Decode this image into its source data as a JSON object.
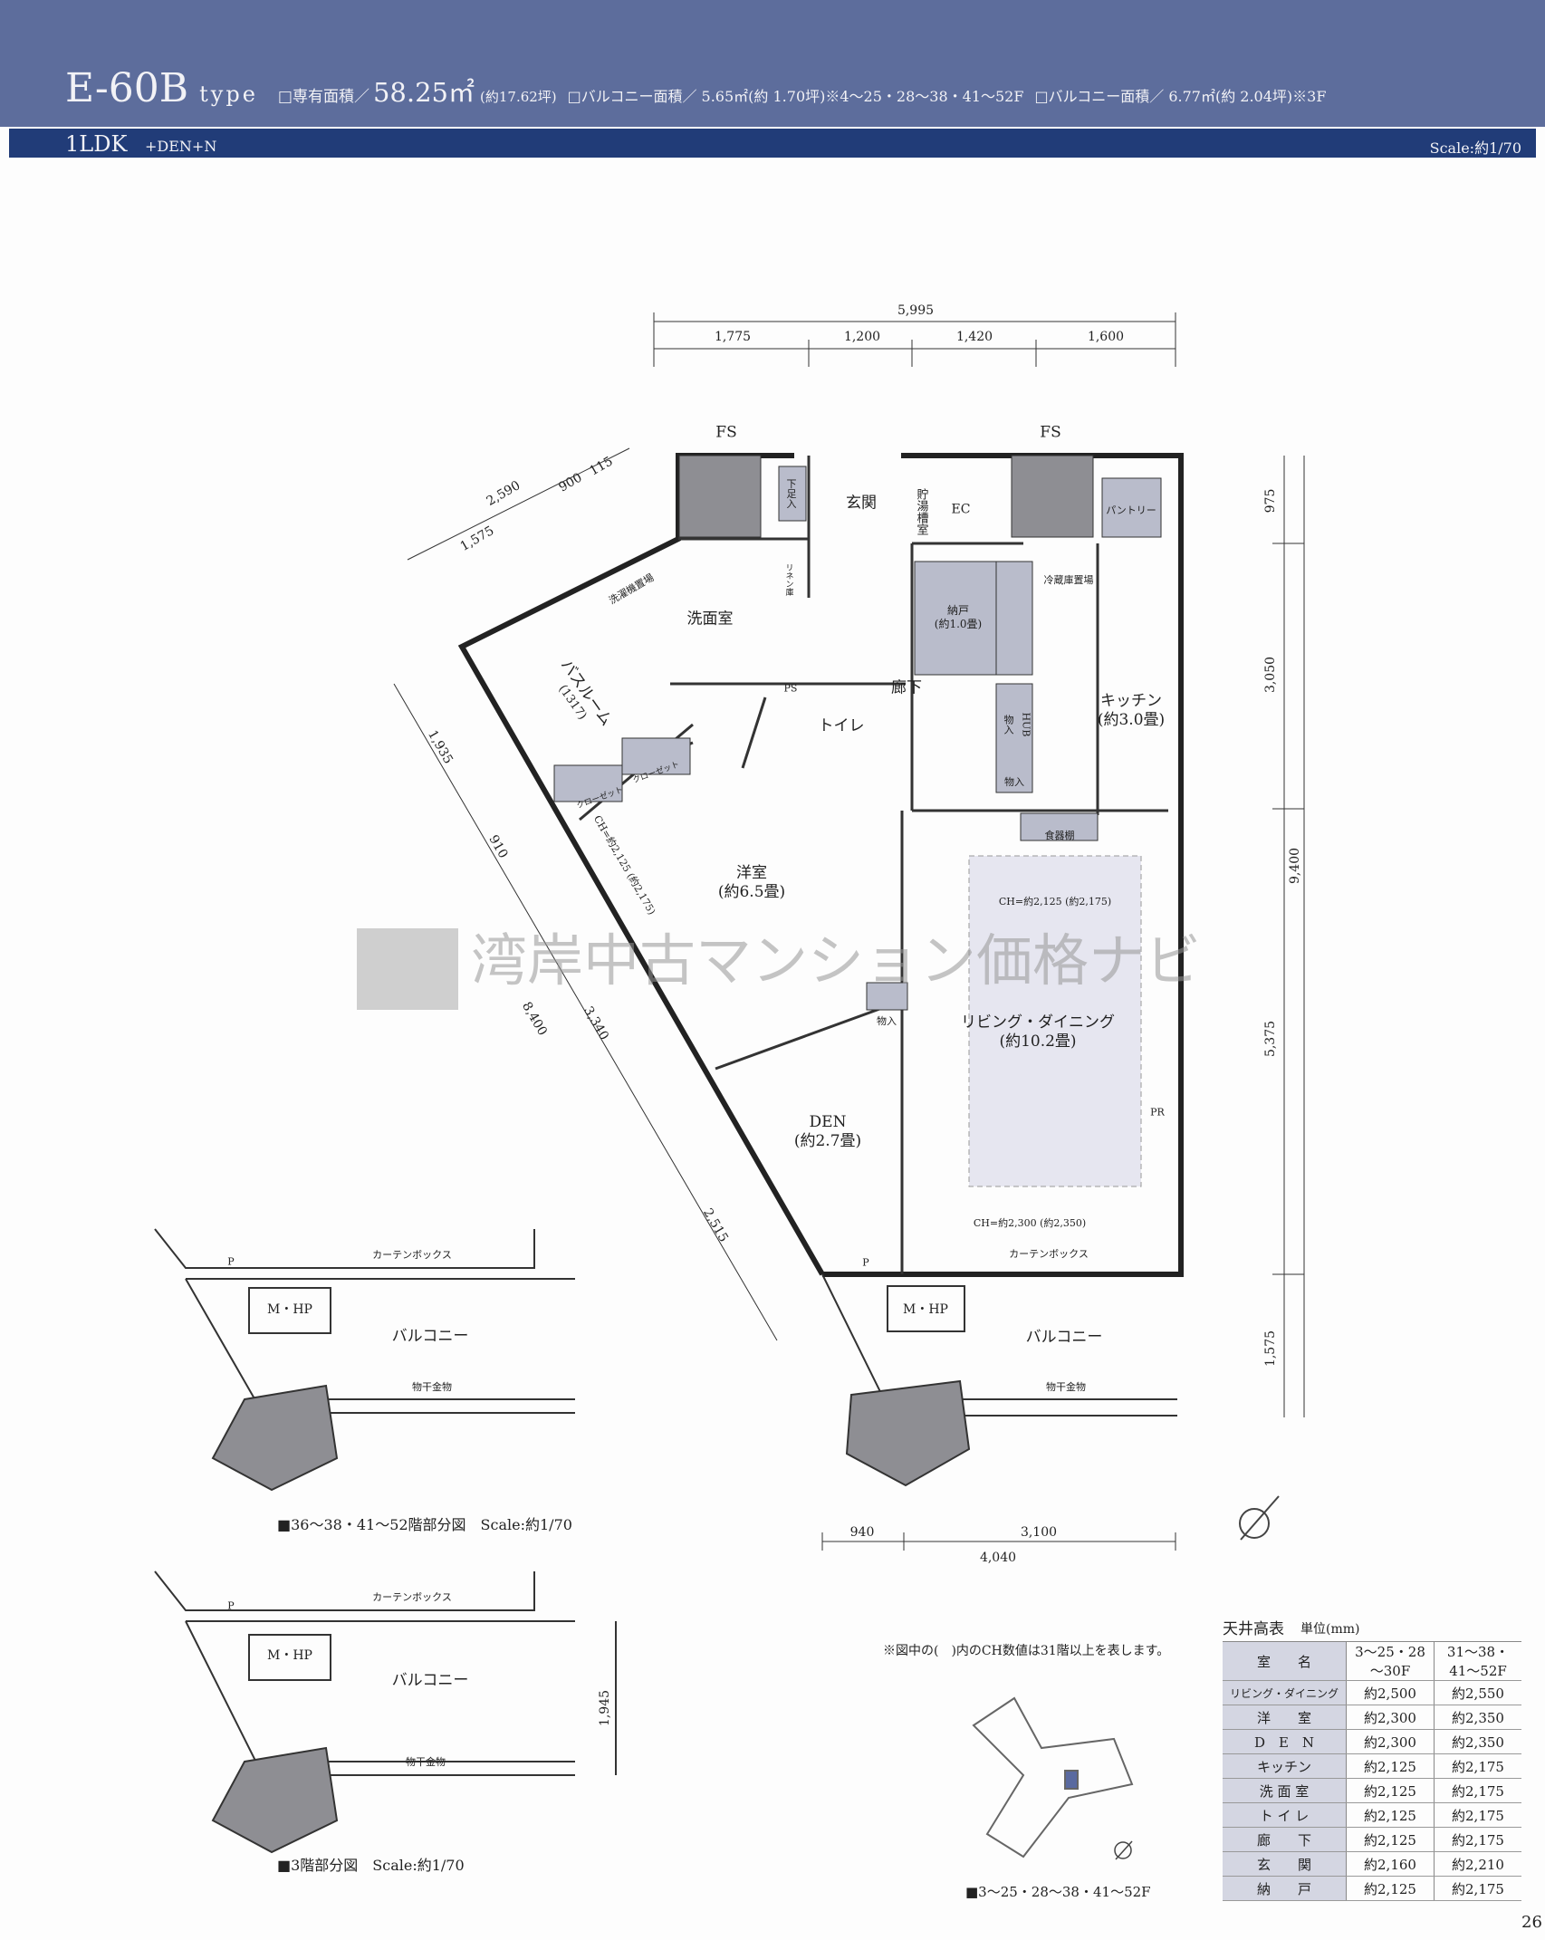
{
  "header": {
    "type_code": "E-60B",
    "type_suffix": "type",
    "area_label": "□専有面積／",
    "area_value": "58.25㎡",
    "area_tsubo": "(約17.62坪)",
    "balcony1": "□バルコニー面積／ 5.65㎡(約 1.70坪)※4～25・28～38・41～52F",
    "balcony2": "□バルコニー面積／ 6.77㎡(約 2.04坪)※3F",
    "layout": "1LDK",
    "layout_suffix": "+DEN+N",
    "scale": "Scale:約1/70"
  },
  "plan": {
    "dims_top": {
      "total": "5,995",
      "d1": "1,775",
      "d2": "1,200",
      "d3": "1,420",
      "d4": "1,600"
    },
    "dims_right": [
      "975",
      "3,050",
      "9,400",
      "5,375",
      "1,575"
    ],
    "dims_bottom": {
      "d1": "940",
      "d2": "3,100",
      "total": "4,040"
    },
    "dims_left": {
      "a": "2,590",
      "b": "900",
      "c": "115",
      "d": "1,575",
      "e": "1,935",
      "f": "910",
      "g": "8,400",
      "h": "3,340",
      "i": "2,515"
    },
    "rooms": {
      "fs1": "FS",
      "fs2": "FS",
      "genkan": "玄関",
      "ec": "EC",
      "pantry": "パントリー",
      "senmen": "洗面室",
      "nando": "納戸",
      "nando_size": "(約1.0畳)",
      "rouka": "廊下",
      "kitchen": "キッチン",
      "kitchen_size": "(約3.0畳)",
      "bath": "バスルーム",
      "bath_size": "(1317)",
      "toilet": "トイレ",
      "youshitsu": "洋室",
      "youshitsu_size": "(約6.5畳)",
      "ld": "リビング・ダイニング",
      "ld_size": "(約10.2畳)",
      "den": "DEN",
      "den_size": "(約2.7畳)",
      "balcony": "バルコニー",
      "monohoshi": "物干金物",
      "curtain": "カーテンボックス",
      "mhp": "M・HP"
    },
    "small": {
      "geta": "下足入",
      "linen": "リネン庫",
      "sentaku": "洗濯機置場",
      "choyu": "貯湯槽室",
      "reizouko": "冷蔵庫置場",
      "mono1": "物入",
      "mono2": "物入",
      "mono3": "物入",
      "hub": "HUB",
      "shokki": "食器棚",
      "closet1": "クローゼット",
      "closet2": "クローゼット",
      "ps": "PS",
      "pr": "PR",
      "p": "P",
      "ch1": "CH=約2,125 (約2,175)",
      "ch2": "CH=約2,300 (約2,350)",
      "ch3": "CH=約2,125 (約2,175)"
    }
  },
  "watermark": "湾岸中古マンション価格ナビ",
  "partial1": {
    "caption": "■36～38・41～52階部分図　Scale:約1/70",
    "balcony": "バルコニー",
    "monohoshi": "物干金物",
    "curtain": "カーテンボックス",
    "mhp": "M・HP",
    "p": "P"
  },
  "partial2": {
    "caption": "■3階部分図　Scale:約1/70",
    "balcony": "バルコニー",
    "monohoshi": "物干金物",
    "curtain": "カーテンボックス",
    "mhp": "M・HP",
    "p": "P",
    "dim": "1,945"
  },
  "note": "※図中の(　)内のCH数値は31階以上を表します。",
  "keyplan_caption": "■3～25・28～38・41～52F",
  "ceiling_table": {
    "title": "天井高表",
    "unit": "単位(mm)",
    "header": [
      "室　　名",
      "3～25・28～30F",
      "31～38・41～52F"
    ],
    "rows": [
      [
        "リビング・ダイニング",
        "約2,500",
        "約2,550"
      ],
      [
        "洋　　室",
        "約2,300",
        "約2,350"
      ],
      [
        "D　E　N",
        "約2,300",
        "約2,350"
      ],
      [
        "キッチン",
        "約2,125",
        "約2,175"
      ],
      [
        "洗 面 室",
        "約2,125",
        "約2,175"
      ],
      [
        "ト イ レ",
        "約2,125",
        "約2,175"
      ],
      [
        "廊　　下",
        "約2,125",
        "約2,175"
      ],
      [
        "玄　　関",
        "約2,160",
        "約2,210"
      ],
      [
        "納　　戸",
        "約2,125",
        "約2,175"
      ]
    ]
  },
  "page_number": "26"
}
